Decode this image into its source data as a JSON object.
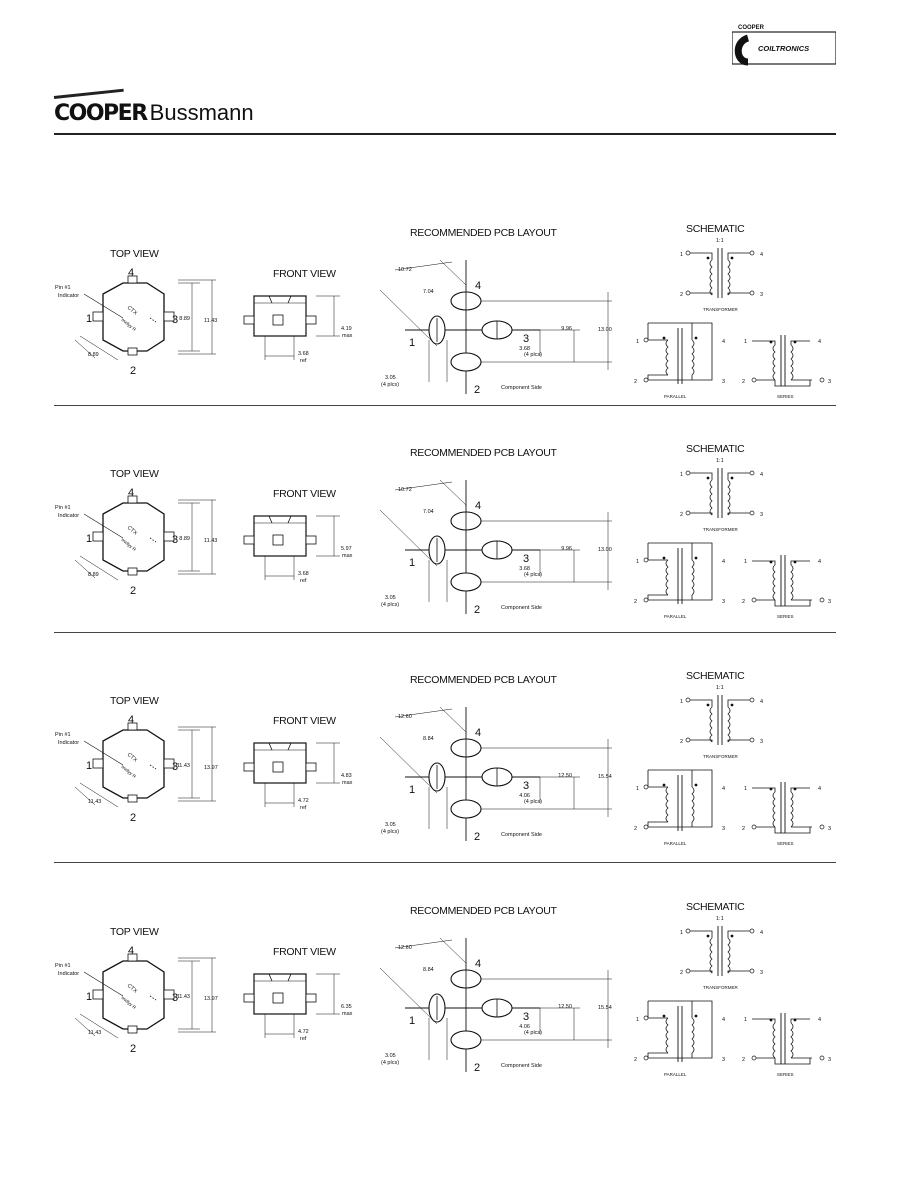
{
  "header": {
    "brand_cooper": "COOPER",
    "brand_bussmann": "Bussmann",
    "logo_top": "COOPER",
    "logo_main": "COILTRONICS"
  },
  "labels": {
    "top_view": "TOP VIEW",
    "front_view": "FRONT VIEW",
    "pcb_layout": "RECOMMENDED PCB LAYOUT",
    "schematic": "SCHEMATIC",
    "component_side": "Component Side",
    "pin_indicator_1": "Pin #1",
    "pin_indicator_2": "Indicator",
    "ratio": "1:1",
    "transformer": "TRANSFORMER",
    "parallel": "PARALLEL",
    "series": "SERIES",
    "four_plcs": "(4 plcs)",
    "ref": "ref",
    "max": "max",
    "part_marking_a": "CTX",
    "part_marking_b": "wwllyy R"
  },
  "pins": [
    "1",
    "2",
    "3",
    "4"
  ],
  "sections": [
    {
      "top": {
        "side": "8.89",
        "inner": "8.89",
        "outer": "11.43"
      },
      "front": {
        "height": "4.19",
        "width": "3.68"
      },
      "pcb": {
        "diag_outer": "10.72",
        "diag_inner": "7.04",
        "pad_w": "3.68",
        "pad_gap": "3.05",
        "span_inner": "9.96",
        "span_outer": "13.00"
      }
    },
    {
      "top": {
        "side": "8.89",
        "inner": "8.89",
        "outer": "11.43"
      },
      "front": {
        "height": "5.97",
        "width": "3.68"
      },
      "pcb": {
        "diag_outer": "10.72",
        "diag_inner": "7.04",
        "pad_w": "3.68",
        "pad_gap": "3.05",
        "span_inner": "9.96",
        "span_outer": "13.00"
      }
    },
    {
      "top": {
        "side": "11.43",
        "inner": "11.43",
        "outer": "13.97"
      },
      "front": {
        "height": "4.83",
        "width": "4.72"
      },
      "pcb": {
        "diag_outer": "12.60",
        "diag_inner": "8.84",
        "pad_w": "4.06",
        "pad_gap": "3.05",
        "span_inner": "12.50",
        "span_outer": "15.54"
      }
    },
    {
      "top": {
        "side": "11.43",
        "inner": "11.43",
        "outer": "13.97"
      },
      "front": {
        "height": "6.35",
        "width": "4.72"
      },
      "pcb": {
        "diag_outer": "12.60",
        "diag_inner": "8.84",
        "pad_w": "4.06",
        "pad_gap": "3.05",
        "span_inner": "12.50",
        "span_outer": "15.54"
      }
    }
  ]
}
